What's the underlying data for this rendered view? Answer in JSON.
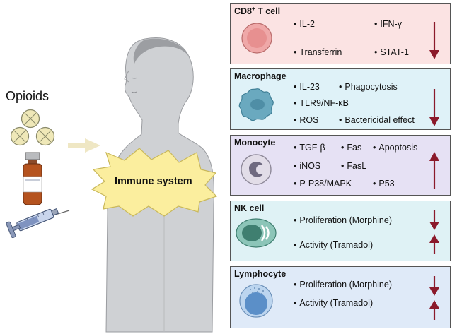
{
  "left": {
    "opioids_label": "Opioids"
  },
  "center": {
    "immune_label": "Immune system"
  },
  "panels": [
    {
      "id": "cd8",
      "title": "CD8",
      "title_sup": "+",
      "title_rest": " T cell",
      "bg": "#fbe3e3",
      "items": [
        "IL-2",
        "IFN-γ",
        "Transferrin",
        "STAT-1"
      ],
      "direction": "down"
    },
    {
      "id": "macrophage",
      "title": "Macrophage",
      "bg": "#dff2f8",
      "items": [
        "IL-23",
        "Phagocytosis",
        "TLR9/NF-κB",
        "ROS",
        "Bactericidal effect"
      ],
      "direction": "down"
    },
    {
      "id": "monocyte",
      "title": "Monocyte",
      "bg": "#e6e1f4",
      "items": [
        "TGF-β",
        "Fas",
        "Apoptosis",
        "iNOS",
        "FasL",
        "P-P38/MAPK",
        "P53"
      ],
      "direction": "up"
    },
    {
      "id": "nk",
      "title": "NK cell",
      "bg": "#dff2f5",
      "items": [
        "Proliferation (Morphine)",
        "Activity (Tramadol)"
      ],
      "direction": "down-up"
    },
    {
      "id": "lymphocyte",
      "title": "Lymphocyte",
      "bg": "#dfeaf8",
      "items": [
        "Proliferation (Morphine)",
        "Activity (Tramadol)"
      ],
      "direction": "down-up"
    }
  ],
  "colors": {
    "arrow": "#8b1a2b",
    "border": "#555555",
    "starburst": "#fbee9e"
  }
}
